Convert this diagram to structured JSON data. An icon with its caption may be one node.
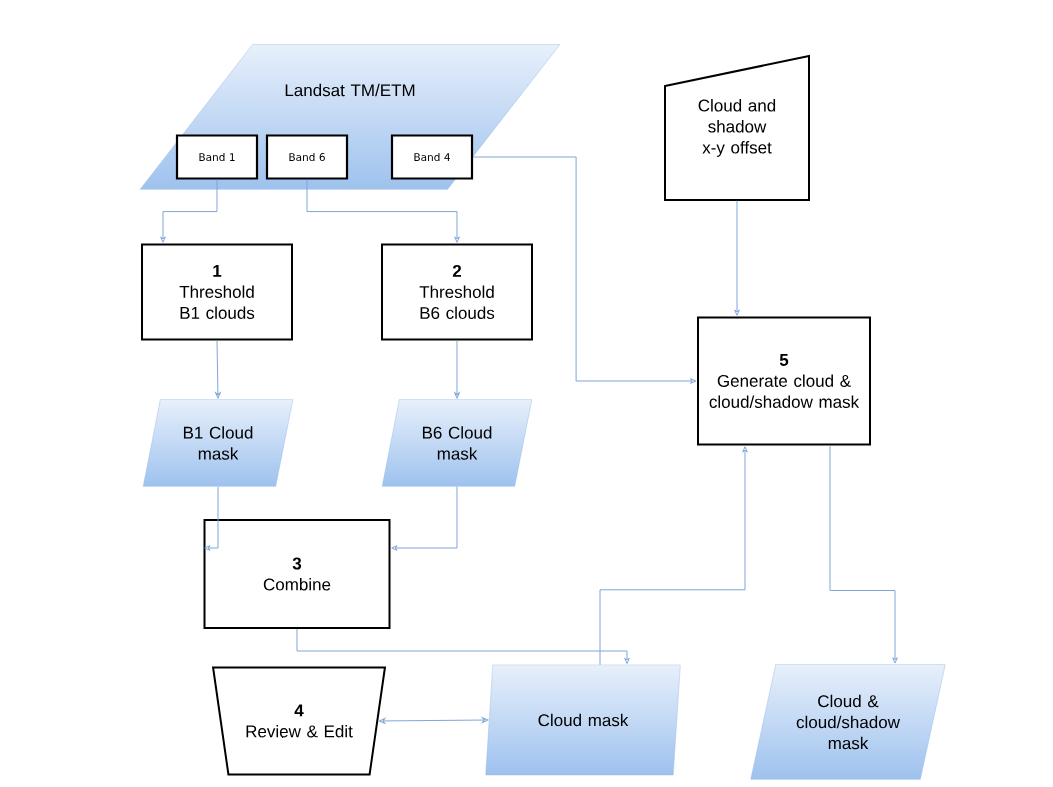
{
  "diagram": {
    "nodes": [
      {
        "text": [
          "Landsat TM/ETM"
        ]
      },
      {
        "text": [
          "Band 1"
        ],
        "in": 0
      },
      {
        "text": [
          "Band 6"
        ],
        "in": 0
      },
      {
        "text": [
          "Band 4"
        ],
        "in": 0
      },
      {
        "text": [
          "Cloud and shadow x-y offset"
        ]
      },
      {
        "text": [
          "1",
          "Threshold B1 clouds"
        ]
      },
      {
        "text": [
          "2",
          "Threshold B6 clouds"
        ]
      },
      {
        "text": [
          "5",
          "Generate cloud & cloud/shadow mask"
        ]
      },
      {
        "text": [
          "B1 Cloud mask"
        ]
      },
      {
        "text": [
          "B6 Cloud mask"
        ]
      },
      {
        "text": [
          "3",
          "Combine"
        ]
      },
      {
        "text": [
          "4",
          "Review & Edit"
        ]
      },
      {
        "text": [
          "Cloud mask"
        ]
      },
      {
        "text": [
          "Cloud & cloud/shadow mask"
        ]
      }
    ],
    "edges": [
      {
        "from": 1,
        "to": 5,
        "arrow": "to"
      },
      {
        "from": 2,
        "to": 6,
        "arrow": "to"
      },
      {
        "from": 3,
        "to": 7,
        "arrow": "to"
      },
      {
        "from": 4,
        "to": 7,
        "arrow": "to"
      },
      {
        "from": 5,
        "to": 8,
        "arrow": "to"
      },
      {
        "from": 6,
        "to": 9,
        "arrow": "to"
      },
      {
        "from": 8,
        "to": 10,
        "arrow": "to"
      },
      {
        "from": 9,
        "to": 10,
        "arrow": "to"
      },
      {
        "from": 10,
        "to": 12,
        "arrow": "to"
      },
      {
        "from": 11,
        "to": 12,
        "arrow": "both"
      },
      {
        "from": 12,
        "to": 7,
        "arrow": "to"
      },
      {
        "from": 7,
        "to": 13,
        "arrow": "to"
      }
    ]
  }
}
